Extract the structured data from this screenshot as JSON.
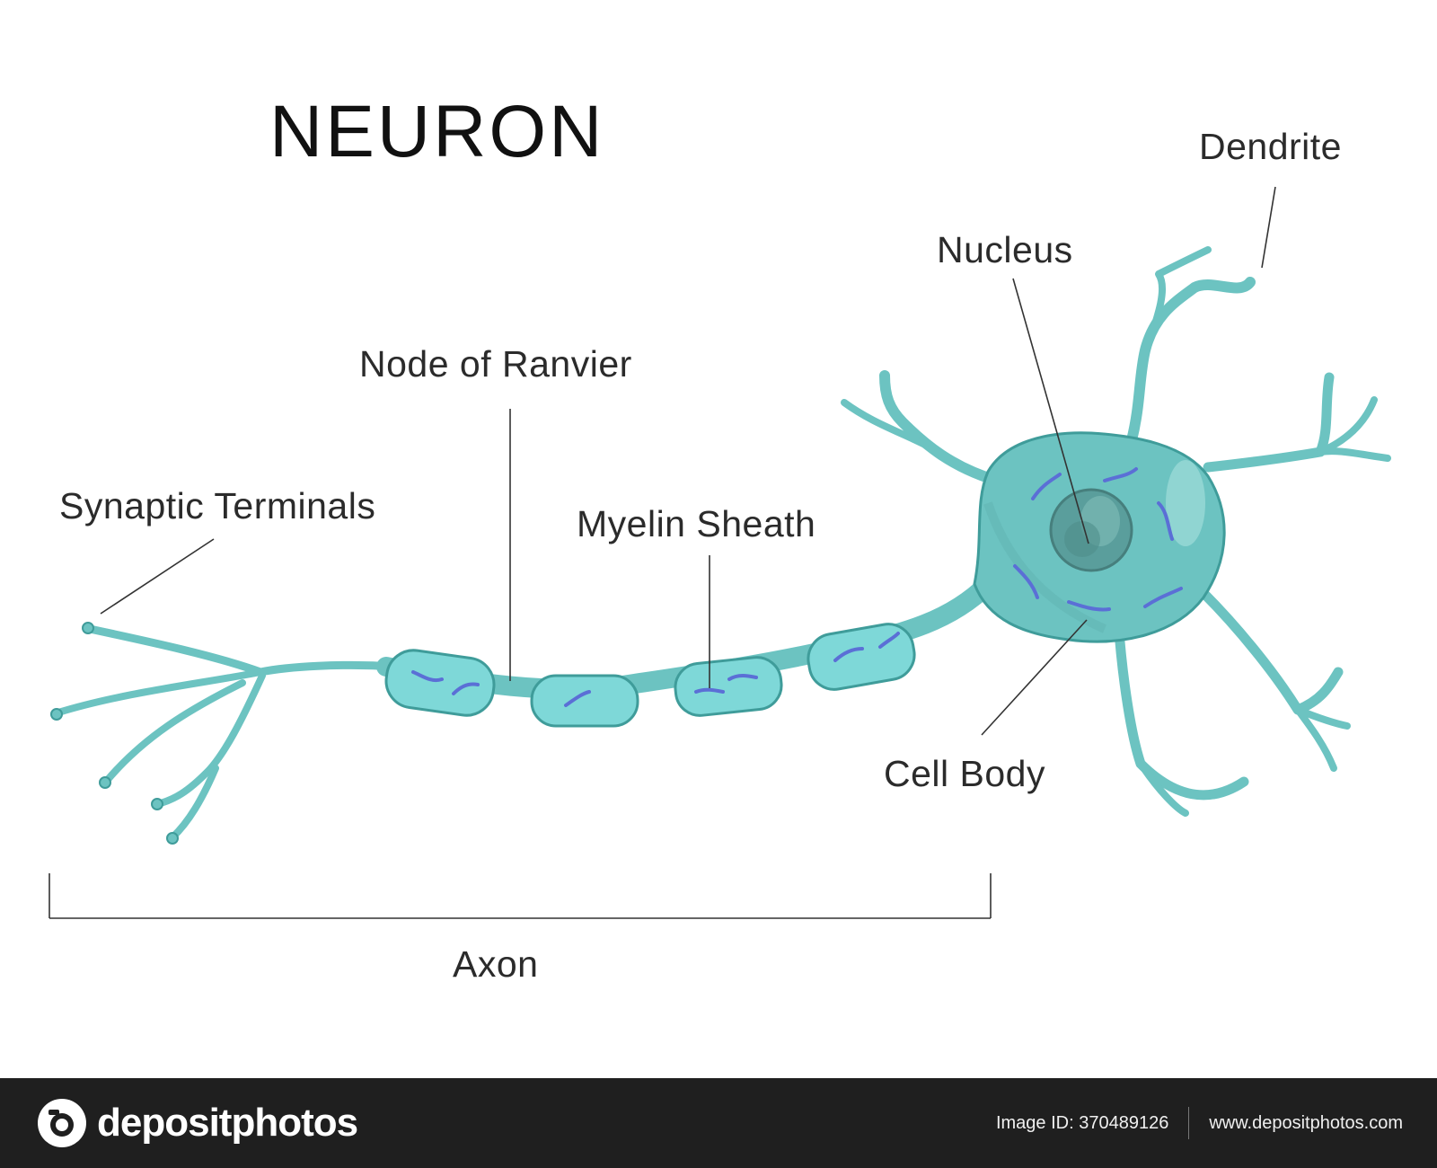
{
  "diagram": {
    "title": "NEURON",
    "labels": {
      "dendrite": "Dendrite",
      "nucleus": "Nucleus",
      "node_of_ranvier": "Node of Ranvier",
      "synaptic_terminals": "Synaptic Terminals",
      "myelin_sheath": "Myelin Sheath",
      "cell_body": "Cell Body",
      "axon": "Axon"
    },
    "colors": {
      "cell": "#6cc3c1",
      "cell_outline": "#3f9c9a",
      "myelin": "#7ed8d8",
      "nucleus": "#5a9e9c",
      "organelle": "#5b6fd6",
      "leader_line": "#333333"
    }
  },
  "footer": {
    "brand": "depositphotos",
    "brand_icon": "camera-icon",
    "image_id": "Image ID: 370489126",
    "website": "www.depositphotos.com"
  }
}
